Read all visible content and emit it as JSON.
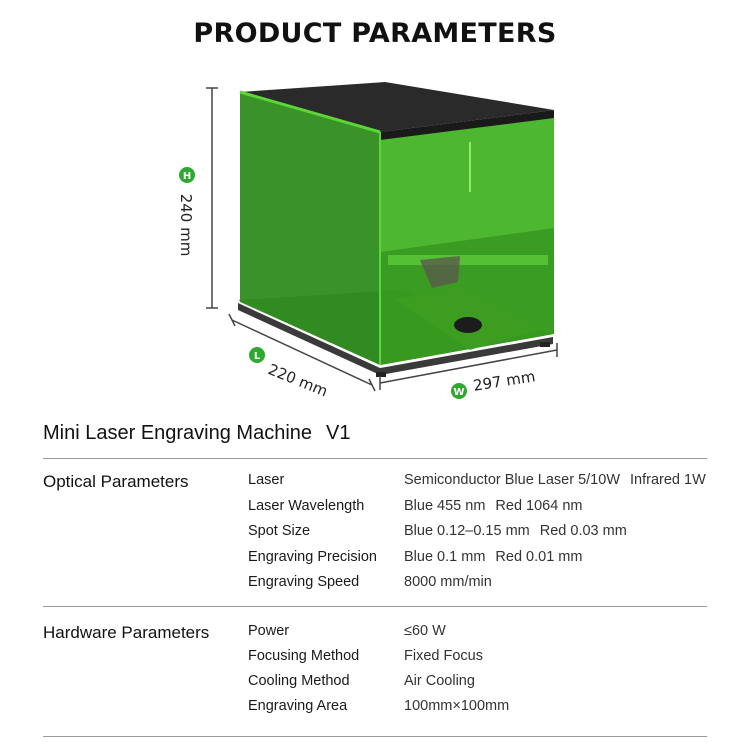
{
  "page_title": "PRODUCT PARAMETERS",
  "dimensions": {
    "height": {
      "badge": "H",
      "label": "240 mm"
    },
    "length": {
      "badge": "L",
      "label": "220 mm"
    },
    "width": {
      "badge": "W",
      "label": "297 mm"
    },
    "badge_color": "#2fa82f"
  },
  "product": {
    "name": "Mini Laser Engraving Machine",
    "model": "V1"
  },
  "sections": [
    {
      "title": "Optical Parameters",
      "rows": [
        {
          "label": "Laser",
          "value": "Semiconductor Blue Laser 5/10W",
          "value2": "Infrared 1W"
        },
        {
          "label": "Laser Wavelength",
          "value": "Blue 455 nm",
          "value2": "Red 1064 nm"
        },
        {
          "label": "Spot Size",
          "value": "Blue 0.12–0.15 mm",
          "value2": "Red 0.03 mm"
        },
        {
          "label": "Engraving Precision",
          "value": "Blue 0.1 mm",
          "value2": "Red 0.01 mm"
        },
        {
          "label": "Engraving Speed",
          "value": "8000 mm/min",
          "value2": ""
        }
      ]
    },
    {
      "title": "Hardware Parameters",
      "rows": [
        {
          "label": "Power",
          "value": "≤60 W",
          "value2": ""
        },
        {
          "label": "Focusing Method",
          "value": "Fixed Focus",
          "value2": ""
        },
        {
          "label": "Cooling Method",
          "value": "Air Cooling",
          "value2": ""
        },
        {
          "label": "Engraving Area",
          "value": "100mm×100mm",
          "value2": ""
        }
      ]
    }
  ],
  "colors": {
    "acrylic_green": "#3fae24",
    "acrylic_dark": "#2c7d16",
    "lid": "#2a2a2a",
    "rule": "#9a9a9a"
  }
}
